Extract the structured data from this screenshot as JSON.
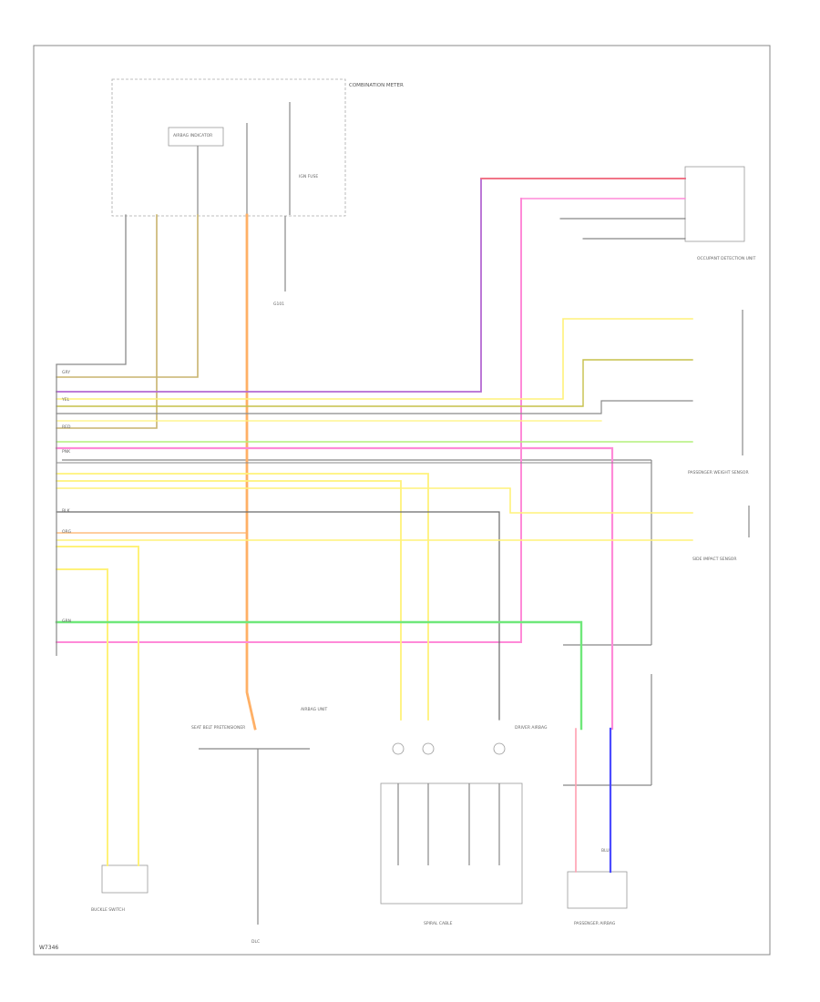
{
  "colors": {
    "gray": "#8a8a8a",
    "dark_gray": "#6a6a6a",
    "tan": "#c8b46e",
    "orange": "#ffb066",
    "violet": "#b46ad2",
    "red": "#ff6b6b",
    "pink": "#ff8ad8",
    "yellow": "#fff27a",
    "olive": "#c6c04a",
    "green_light": "#b4f07a",
    "green": "#6fe87a",
    "pink_light": "#ff9fb0",
    "blue": "#4b4bff",
    "magenta": "#e98ae8"
  },
  "texts": {
    "footer_code": "W7346",
    "combination_meter": "COMBINATION METER",
    "airbag_indicator": "AIRBAG INDICATOR",
    "ign_fuse": "IGN FUSE",
    "airbag_unit": "AIRBAG UNIT",
    "occupant_unit": "OCCUPANT DETECTION UNIT",
    "passenger_sensor": "PASSENGER WEIGHT SENSOR",
    "side_sensor": "SIDE IMPACT SENSOR",
    "spiral_cable": "SPIRAL CABLE",
    "seat_belt_pretensioner": "SEAT BELT PRETENSIONER",
    "driver_airbag": "DRIVER AIRBAG",
    "passenger_airbag": "PASSENGER AIRBAG",
    "buckle_switch": "BUCKLE SWITCH",
    "dlc": "DLC",
    "ground": "G101",
    "wire_gry": "GRY",
    "wire_yel": "YEL",
    "wire_pnk": "PNK",
    "wire_org": "ORG",
    "wire_grn": "GRN",
    "wire_red": "RED",
    "wire_blk": "BLK",
    "wire_blu": "BLU"
  }
}
